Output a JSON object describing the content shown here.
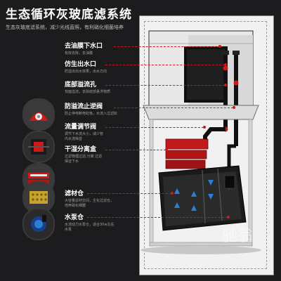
{
  "header": {
    "title": "生态循环灰玻底滤系统",
    "subtitle": "生态灰玻底滤系统，减少光线直照，有利硝化细菌培养"
  },
  "callouts": [
    {
      "heading": "去油膜下水口",
      "desc": [
        "有效去除，去油膜"
      ]
    },
    {
      "heading": "仿生出水口",
      "desc": [
        "防溢出出水效果，出水方向"
      ]
    },
    {
      "heading": "底部溢流孔",
      "desc": [
        "背面溢流，去除底部悬浮物质"
      ]
    },
    {
      "heading": "防溢流止逆阀",
      "desc": [
        "防止停电断电虹吸，水流入过滤缸"
      ]
    },
    {
      "heading": "流量调节阀",
      "desc": [
        "调节下水流大小，减少管",
        "内水流噪音"
      ]
    },
    {
      "heading": "干湿分离盒",
      "desc": [
        "过滤物理过滤,分离 过滤",
        "保证下水"
      ]
    },
    {
      "heading": "滤材仓",
      "desc": [
        "大容量滤材空间，生化过滤仓，",
        "培养硝化细菌"
      ]
    },
    {
      "heading": "水泵仓",
      "desc": [
        "水流动力水泵仓，适合30w左右",
        "水泵"
      ]
    }
  ],
  "watermark": "驰翁",
  "colors": {
    "background": "#1c1c1e",
    "accent": "#d01818",
    "panel": "#f1f1f1",
    "glass_dark": "#1a1a1a",
    "water": "#2a2a2a",
    "pipe": "#111111"
  },
  "icons": [
    "drop-detail-icon",
    "pipe-detail-icon",
    "filter-box-icon",
    "media-detail-icon",
    "pump-detail-icon"
  ]
}
